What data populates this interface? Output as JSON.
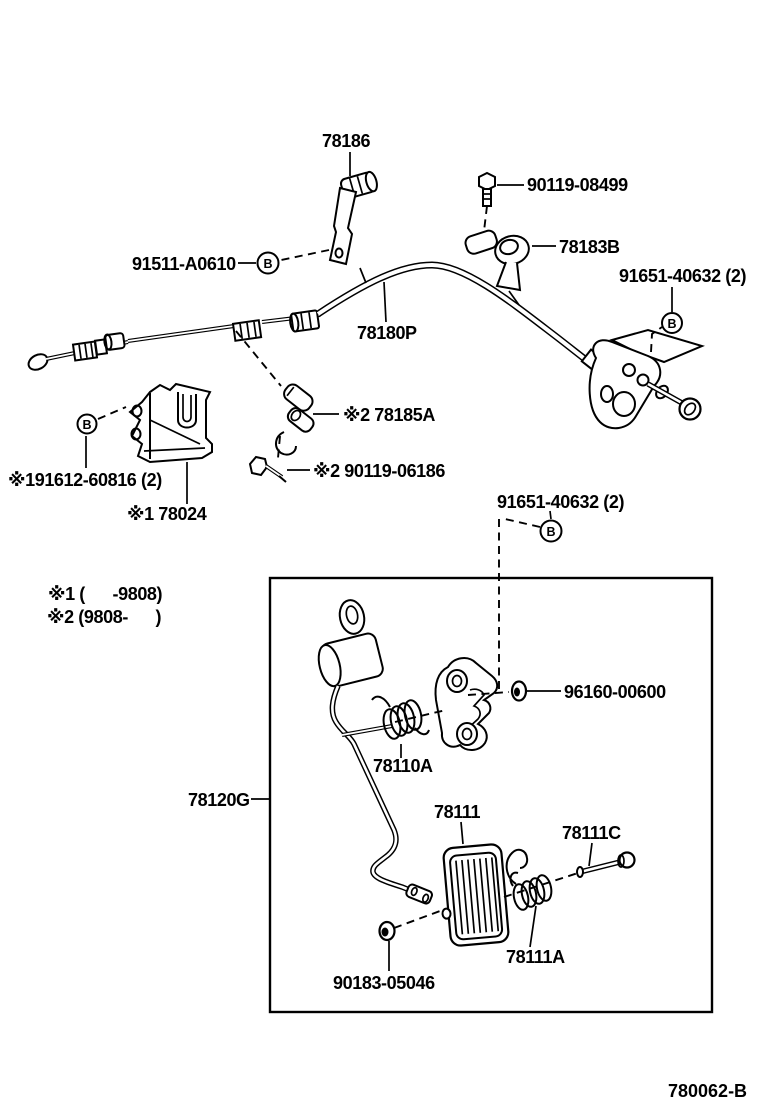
{
  "diagram": {
    "drawing_number": "780062-B",
    "connector_label": "B",
    "footnotes": {
      "note1": "※1 (      -9808)",
      "note2": "※2 (9808-      )"
    },
    "labels": {
      "lever_78186": "78186",
      "bolt_90119_08499": "90119-08499",
      "screw_91511_a0610": "91511-A0610",
      "clip_78183b": "78183B",
      "bolt_91651_40632_upper": "91651-40632 (2)",
      "cable_78180p": "78180P",
      "clamp_78185a": "※2 78185A",
      "bolt_90119_06186": "※2 90119-06186",
      "bolt_191612_60816": "※191612-60816 (2)",
      "bracket_78024": "※1 78024",
      "bolt_91651_40632_lower": "91651-40632 (2)",
      "bush_96160_00600": "96160-00600",
      "spring_78110a": "78110A",
      "pedal_link_78120g": "78120G",
      "pedal_pad_78111": "78111",
      "pin_78111c": "78111C",
      "spring_78111a": "78111A",
      "bush_90183_05046": "90183-05046"
    }
  }
}
